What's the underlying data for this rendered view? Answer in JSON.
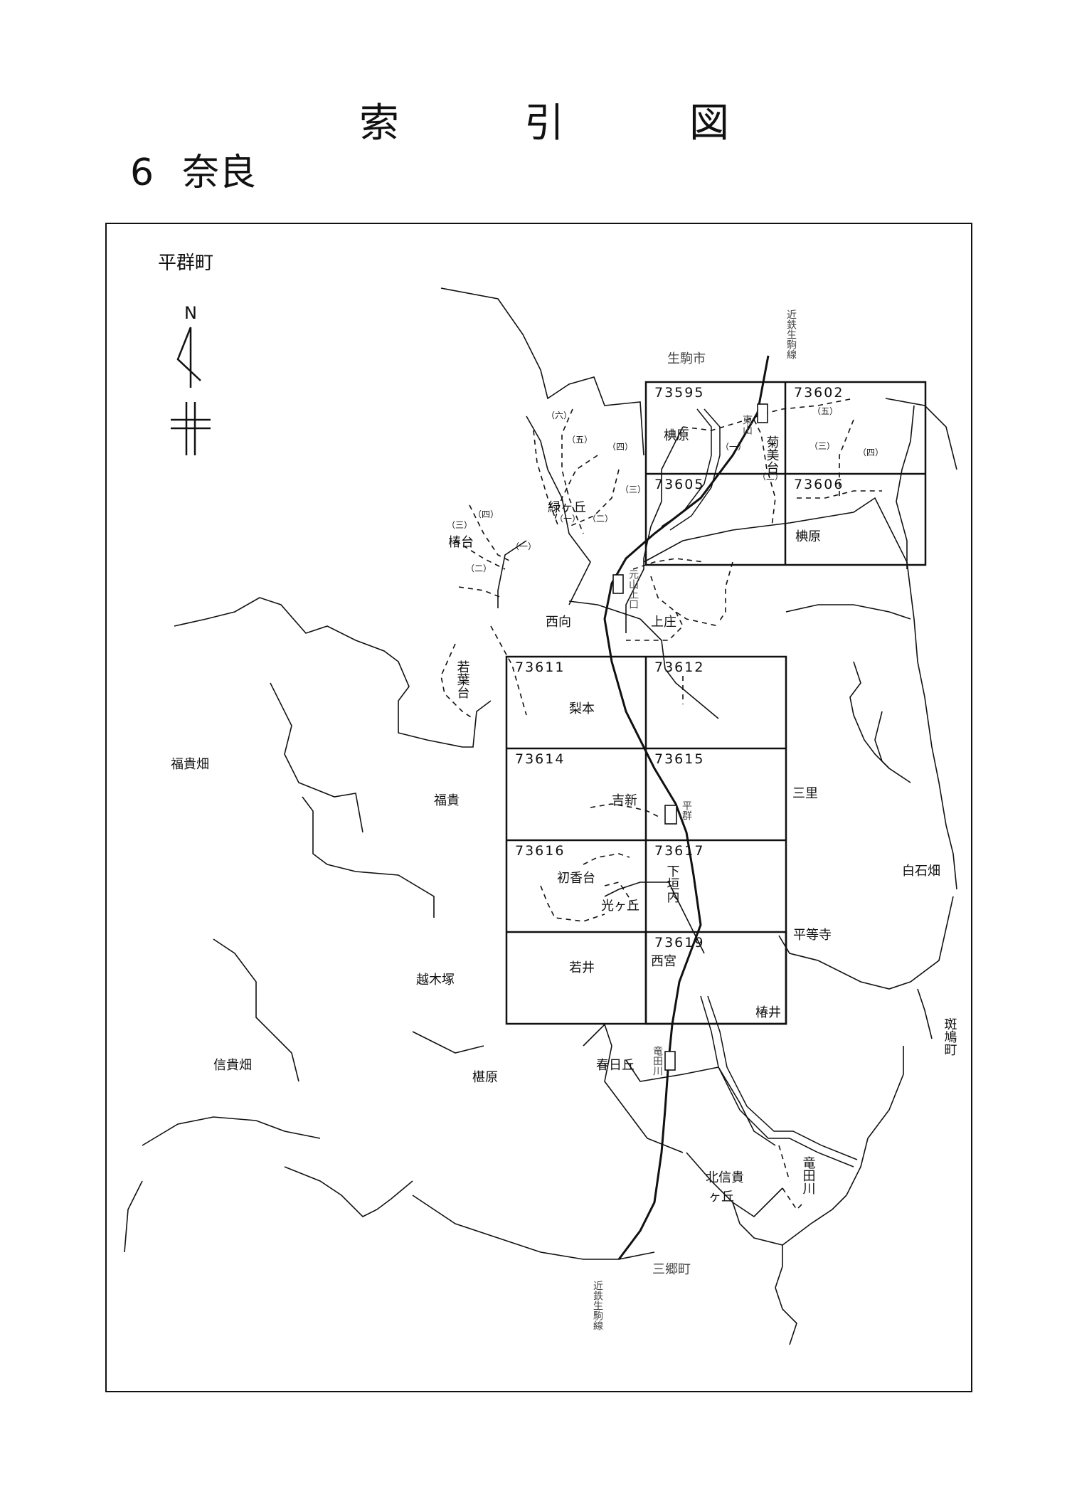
{
  "header": {
    "title_chars": [
      "索",
      "引",
      "図"
    ],
    "number": "6",
    "prefecture": "奈良"
  },
  "map": {
    "town": "平群町",
    "north_label": "N",
    "sheets": {
      "s73595": "73595",
      "s73602": "73602",
      "s73605": "73605",
      "s73606": "73606",
      "s73611": "73611",
      "s73612": "73612",
      "s73614": "73614",
      "s73615": "73615",
      "s73616": "73616",
      "s73617": "73617",
      "s73619": "73619"
    },
    "places": {
      "ikoma_shi": "生駒市",
      "higashiyama": "東山",
      "kikumidai": "菊美台",
      "kunugihara_n": "椣原",
      "kunugihara_s": "椣原",
      "midorigaoka": "緑ヶ丘",
      "tsubakidai": "椿台",
      "saiko": "西向",
      "kamisho": "上庄",
      "wakabadai": "若葉台",
      "nashimoto": "梨本",
      "fukikibata": "福貴畑",
      "fuki": "福貴",
      "yoshishin": "吉新",
      "misato": "三里",
      "hatsukadai": "初香台",
      "hikarigaoka": "光ヶ丘",
      "shimogaito": "下垣内",
      "shiraishibata": "白石畑",
      "heijoji": "平等寺",
      "wakai": "若井",
      "nishinomiya": "西宮",
      "koshikizuka": "越木塚",
      "tsubai": "椿井",
      "ikaruga": "斑鳩町",
      "shigihata": "信貴畑",
      "kunbara": "椹原",
      "kasugaoka": "春日丘",
      "tatsuta_river": "竜田川",
      "tatsutagawa": "竜田川",
      "kitashigigaoka_1": "北信貴",
      "kitashigigaoka_2": "ヶ丘",
      "sango": "三郷町",
      "motoyama_kamiguchi": "元山上口",
      "heguri_station": "平群",
      "line_north": "近鉄生駒線",
      "line_south": "近鉄生駒線"
    },
    "subdivisions": {
      "roku": "（六）",
      "go": "（五）",
      "yon": "（四）",
      "san": "（三）",
      "ichi": "（一）",
      "ni": "（二）",
      "tsubaki_yon": "（四）",
      "tsubaki_san": "（三）",
      "tsubaki_ichi": "（一）",
      "tsubaki_ni": "（二）",
      "kiku_ichi": "（一）",
      "kiku_ni": "（二）",
      "ku_go": "（五）",
      "ku_san": "（三）",
      "ku_yon": "（四）"
    }
  }
}
